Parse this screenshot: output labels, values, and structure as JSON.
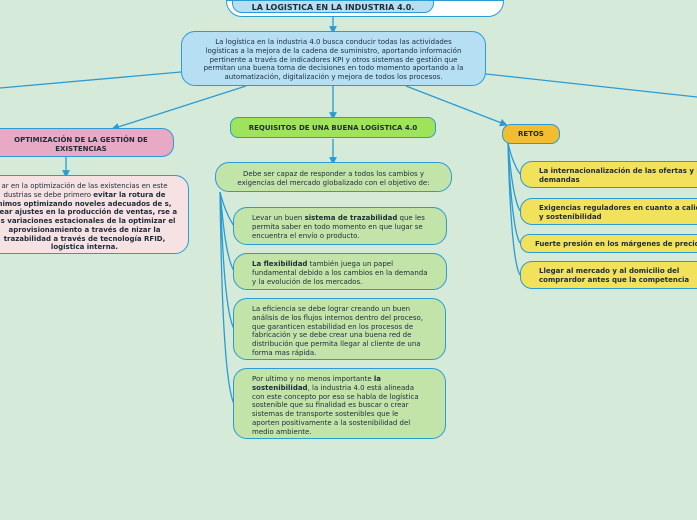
{
  "title": "LA LOGISTICA EN LA INDUSTRIA 4.0.",
  "intro": "La logística en la industria 4.0 busca conducir todas las actividades logísticas a la mejora de la cadena de suministro, aportando información pertinente a través de indicadores KPI y otros sistemas de gestión que permitan una buena toma de decisiones en todo momento aportando a la automatización, digitalización y mejora de todos los procesos.",
  "left_branch": {
    "heading": "OPTIMIZACIÓN DE LA GESTIÓN DE EXISTENCIAS",
    "body_parts": [
      {
        "text": "ar en la optimización de las existencias en este dustrias se debe primero ",
        "bold": false
      },
      {
        "text": "evitar la rotura de nimos optimizando noveles adecuados de s, crear ajustes en la producción de ventas, rse a las variaciones estacionales de la optimizar el aprovisionamiento a través de nizar la trazabilidad a través de tecnología RFID, logística interna.",
        "bold": true
      }
    ]
  },
  "middle_branch": {
    "heading": "REQUISITOS DE UNA BUENA LOGÍSTICA 4.0",
    "lead": "Debe ser capaz de responder a todos los cambios y exigencias del mercado globalizado con el objetivo de:",
    "items": [
      [
        {
          "text": "Levar un buen ",
          "bold": false
        },
        {
          "text": "sistema de trazabilidad",
          "bold": true
        },
        {
          "text": " que les permita saber en todo momento en que lugar se encuentra el envío o producto.",
          "bold": false
        }
      ],
      [
        {
          "text": "La flexibilidad",
          "bold": true
        },
        {
          "text": " también juega un papel fundamental debido a los cambios en la demanda y la evolución de los mercados.",
          "bold": false
        }
      ],
      [
        {
          "text": "La eficiencia se debe lograr creando un buen análisis de los flujos internos dentro del proceso, que garanticen estabilidad en los procesos de fabricación y se debe crear una buena red de distribución que permita llegar al cliente de una forma mas rápida.",
          "bold": false
        }
      ],
      [
        {
          "text": "Por ultimo y no menos importante ",
          "bold": false
        },
        {
          "text": "la sostenibilidad",
          "bold": true
        },
        {
          "text": ", la industria 4.0 está alineada con este concepto por eso se habla de logística sostenible que su finalidad es buscar o crear sistemas de transporte sostenibles que le aporten positivamente a la sostenibilidad del medio ambiente.",
          "bold": false
        }
      ]
    ]
  },
  "right_branch": {
    "heading": "RETOS",
    "items": [
      "La internacionalización de las ofertas y l demandas",
      "Exigencias reguladores en cuanto a calid y sostenibilidad",
      "Fuerte presión en los márgenes de precio",
      "Llegar al mercado y al domicilio del comprardor antes que la competencia"
    ]
  },
  "colors": {
    "background": "#d6ead9",
    "connector": "#2a9bd4",
    "central_node": "#b6dff4",
    "green_heading": "#9ee35a",
    "green_node": "#c2e4a8",
    "pink_heading": "#e7a9c4",
    "pink_node": "#f6e1e3",
    "orange_heading": "#f3bd31",
    "yellow_node": "#f2e15a"
  }
}
